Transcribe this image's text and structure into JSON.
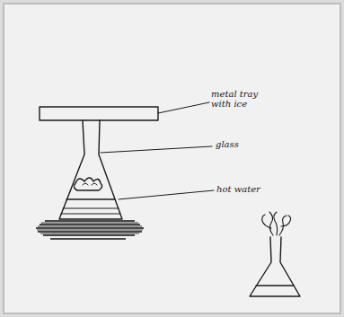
{
  "diagram": {
    "labels": [
      "metal tray with ice",
      "glass",
      "hot water"
    ]
  }
}
